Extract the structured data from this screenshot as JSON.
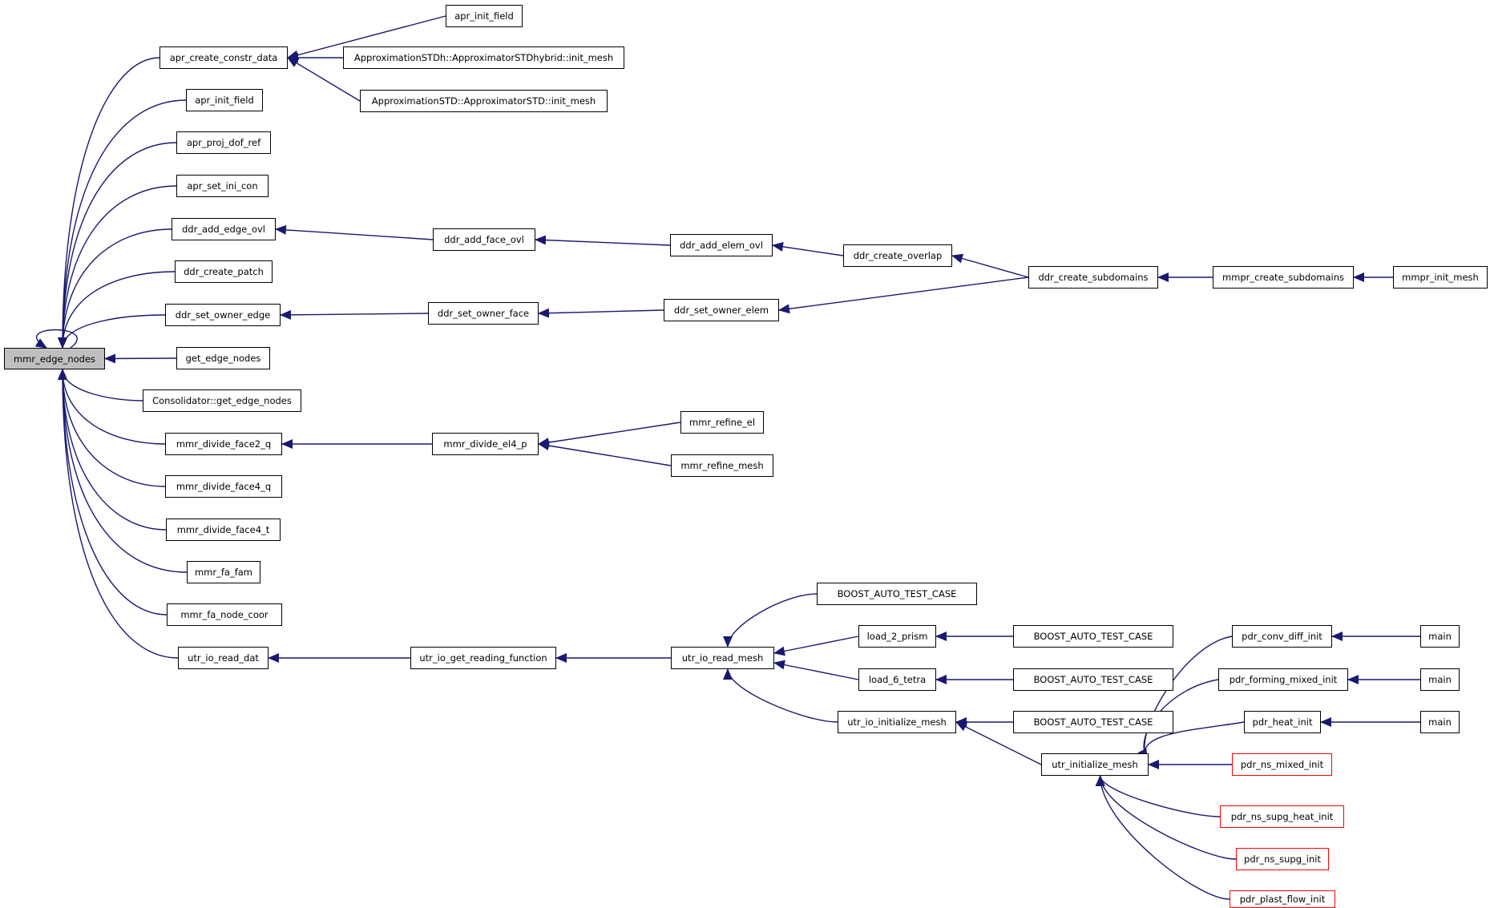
{
  "colors": {
    "edge": "#191970",
    "node_border": "#000000",
    "root_fill": "#bfbfbf",
    "truncated_border": "#ff0000"
  },
  "nodes": {
    "mmr_edge_nodes": {
      "label": "mmr_edge_nodes",
      "root": true
    },
    "apr_create_constr_data": {
      "label": "apr_create_constr_data"
    },
    "apr_init_field_1": {
      "label": "apr_init_field"
    },
    "apr_proj_dof_ref": {
      "label": "apr_proj_dof_ref"
    },
    "apr_set_ini_con": {
      "label": "apr_set_ini_con"
    },
    "ddr_add_edge_ovl": {
      "label": "ddr_add_edge_ovl"
    },
    "ddr_create_patch": {
      "label": "ddr_create_patch"
    },
    "ddr_set_owner_edge": {
      "label": "ddr_set_owner_edge"
    },
    "get_edge_nodes": {
      "label": "get_edge_nodes"
    },
    "consolidator_get_edge_nodes": {
      "label": "Consolidator::get_edge_nodes"
    },
    "mmr_divide_face2_q": {
      "label": "mmr_divide_face2_q"
    },
    "mmr_divide_face4_q": {
      "label": "mmr_divide_face4_q"
    },
    "mmr_divide_face4_t": {
      "label": "mmr_divide_face4_t"
    },
    "mmr_fa_fam": {
      "label": "mmr_fa_fam"
    },
    "mmr_fa_node_coor": {
      "label": "mmr_fa_node_coor"
    },
    "utr_io_read_dat": {
      "label": "utr_io_read_dat"
    },
    "apr_init_field_2": {
      "label": "apr_init_field"
    },
    "approx_stdh_init_mesh": {
      "label": "ApproximationSTDh::ApproximatorSTDhybrid::init_mesh"
    },
    "approx_std_init_mesh": {
      "label": "ApproximationSTD::ApproximatorSTD::init_mesh"
    },
    "ddr_add_face_ovl": {
      "label": "ddr_add_face_ovl"
    },
    "ddr_add_elem_ovl": {
      "label": "ddr_add_elem_ovl"
    },
    "ddr_create_overlap": {
      "label": "ddr_create_overlap"
    },
    "ddr_create_subdomains": {
      "label": "ddr_create_subdomains"
    },
    "mmpr_create_subdomains": {
      "label": "mmpr_create_subdomains"
    },
    "mmpr_init_mesh": {
      "label": "mmpr_init_mesh"
    },
    "ddr_set_owner_face": {
      "label": "ddr_set_owner_face"
    },
    "ddr_set_owner_elem": {
      "label": "ddr_set_owner_elem"
    },
    "mmr_divide_el4_p": {
      "label": "mmr_divide_el4_p"
    },
    "mmr_refine_el": {
      "label": "mmr_refine_el"
    },
    "mmr_refine_mesh": {
      "label": "mmr_refine_mesh"
    },
    "utr_io_get_reading_function": {
      "label": "utr_io_get_reading_function"
    },
    "utr_io_read_mesh": {
      "label": "utr_io_read_mesh"
    },
    "boost_auto_test_case_1": {
      "label": "BOOST_AUTO_TEST_CASE"
    },
    "load_2_prism": {
      "label": "load_2_prism"
    },
    "load_6_tetra": {
      "label": "load_6_tetra"
    },
    "utr_io_initialize_mesh": {
      "label": "utr_io_initialize_mesh"
    },
    "boost_auto_test_case_2": {
      "label": "BOOST_AUTO_TEST_CASE"
    },
    "boost_auto_test_case_3": {
      "label": "BOOST_AUTO_TEST_CASE"
    },
    "boost_auto_test_case_4": {
      "label": "BOOST_AUTO_TEST_CASE"
    },
    "utr_initialize_mesh": {
      "label": "utr_initialize_mesh"
    },
    "pdr_conv_diff_init": {
      "label": "pdr_conv_diff_init"
    },
    "pdr_forming_mixed_init": {
      "label": "pdr_forming_mixed_init"
    },
    "pdr_heat_init": {
      "label": "pdr_heat_init"
    },
    "pdr_ns_mixed_init": {
      "label": "pdr_ns_mixed_init",
      "truncated": true
    },
    "pdr_ns_supg_heat_init": {
      "label": "pdr_ns_supg_heat_init",
      "truncated": true
    },
    "pdr_ns_supg_init": {
      "label": "pdr_ns_supg_init",
      "truncated": true
    },
    "pdr_plast_flow_init": {
      "label": "pdr_plast_flow_init",
      "truncated": true
    },
    "main_1": {
      "label": "main"
    },
    "main_2": {
      "label": "main"
    },
    "main_3": {
      "label": "main"
    }
  },
  "edges": [
    [
      "apr_create_constr_data",
      "mmr_edge_nodes"
    ],
    [
      "apr_init_field_1",
      "mmr_edge_nodes"
    ],
    [
      "apr_proj_dof_ref",
      "mmr_edge_nodes"
    ],
    [
      "apr_set_ini_con",
      "mmr_edge_nodes"
    ],
    [
      "ddr_add_edge_ovl",
      "mmr_edge_nodes"
    ],
    [
      "ddr_create_patch",
      "mmr_edge_nodes"
    ],
    [
      "ddr_set_owner_edge",
      "mmr_edge_nodes"
    ],
    [
      "get_edge_nodes",
      "mmr_edge_nodes"
    ],
    [
      "consolidator_get_edge_nodes",
      "mmr_edge_nodes"
    ],
    [
      "mmr_divide_face2_q",
      "mmr_edge_nodes"
    ],
    [
      "mmr_divide_face4_q",
      "mmr_edge_nodes"
    ],
    [
      "mmr_divide_face4_t",
      "mmr_edge_nodes"
    ],
    [
      "mmr_fa_fam",
      "mmr_edge_nodes"
    ],
    [
      "mmr_fa_node_coor",
      "mmr_edge_nodes"
    ],
    [
      "utr_io_read_dat",
      "mmr_edge_nodes"
    ],
    [
      "mmr_edge_nodes",
      "mmr_edge_nodes"
    ],
    [
      "apr_init_field_2",
      "apr_create_constr_data"
    ],
    [
      "approx_stdh_init_mesh",
      "apr_create_constr_data"
    ],
    [
      "approx_std_init_mesh",
      "apr_create_constr_data"
    ],
    [
      "ddr_add_face_ovl",
      "ddr_add_edge_ovl"
    ],
    [
      "ddr_add_elem_ovl",
      "ddr_add_face_ovl"
    ],
    [
      "ddr_create_overlap",
      "ddr_add_elem_ovl"
    ],
    [
      "ddr_create_subdomains",
      "ddr_create_overlap"
    ],
    [
      "mmpr_create_subdomains",
      "ddr_create_subdomains"
    ],
    [
      "mmpr_init_mesh",
      "mmpr_create_subdomains"
    ],
    [
      "ddr_set_owner_face",
      "ddr_set_owner_edge"
    ],
    [
      "ddr_set_owner_elem",
      "ddr_set_owner_face"
    ],
    [
      "ddr_create_subdomains",
      "ddr_set_owner_elem"
    ],
    [
      "mmr_divide_el4_p",
      "mmr_divide_face2_q"
    ],
    [
      "mmr_refine_el",
      "mmr_divide_el4_p"
    ],
    [
      "mmr_refine_mesh",
      "mmr_divide_el4_p"
    ],
    [
      "utr_io_get_reading_function",
      "utr_io_read_dat"
    ],
    [
      "utr_io_read_mesh",
      "utr_io_get_reading_function"
    ],
    [
      "boost_auto_test_case_1",
      "utr_io_read_mesh"
    ],
    [
      "load_2_prism",
      "utr_io_read_mesh"
    ],
    [
      "load_6_tetra",
      "utr_io_read_mesh"
    ],
    [
      "utr_io_initialize_mesh",
      "utr_io_read_mesh"
    ],
    [
      "boost_auto_test_case_2",
      "load_2_prism"
    ],
    [
      "boost_auto_test_case_3",
      "load_6_tetra"
    ],
    [
      "boost_auto_test_case_4",
      "utr_io_initialize_mesh"
    ],
    [
      "utr_initialize_mesh",
      "utr_io_initialize_mesh"
    ],
    [
      "pdr_conv_diff_init",
      "utr_initialize_mesh"
    ],
    [
      "pdr_forming_mixed_init",
      "utr_initialize_mesh"
    ],
    [
      "pdr_heat_init",
      "utr_initialize_mesh"
    ],
    [
      "pdr_ns_mixed_init",
      "utr_initialize_mesh"
    ],
    [
      "pdr_ns_supg_heat_init",
      "utr_initialize_mesh"
    ],
    [
      "pdr_ns_supg_init",
      "utr_initialize_mesh"
    ],
    [
      "pdr_plast_flow_init",
      "utr_initialize_mesh"
    ],
    [
      "main_1",
      "pdr_conv_diff_init"
    ],
    [
      "main_2",
      "pdr_forming_mixed_init"
    ],
    [
      "main_3",
      "pdr_heat_init"
    ]
  ]
}
